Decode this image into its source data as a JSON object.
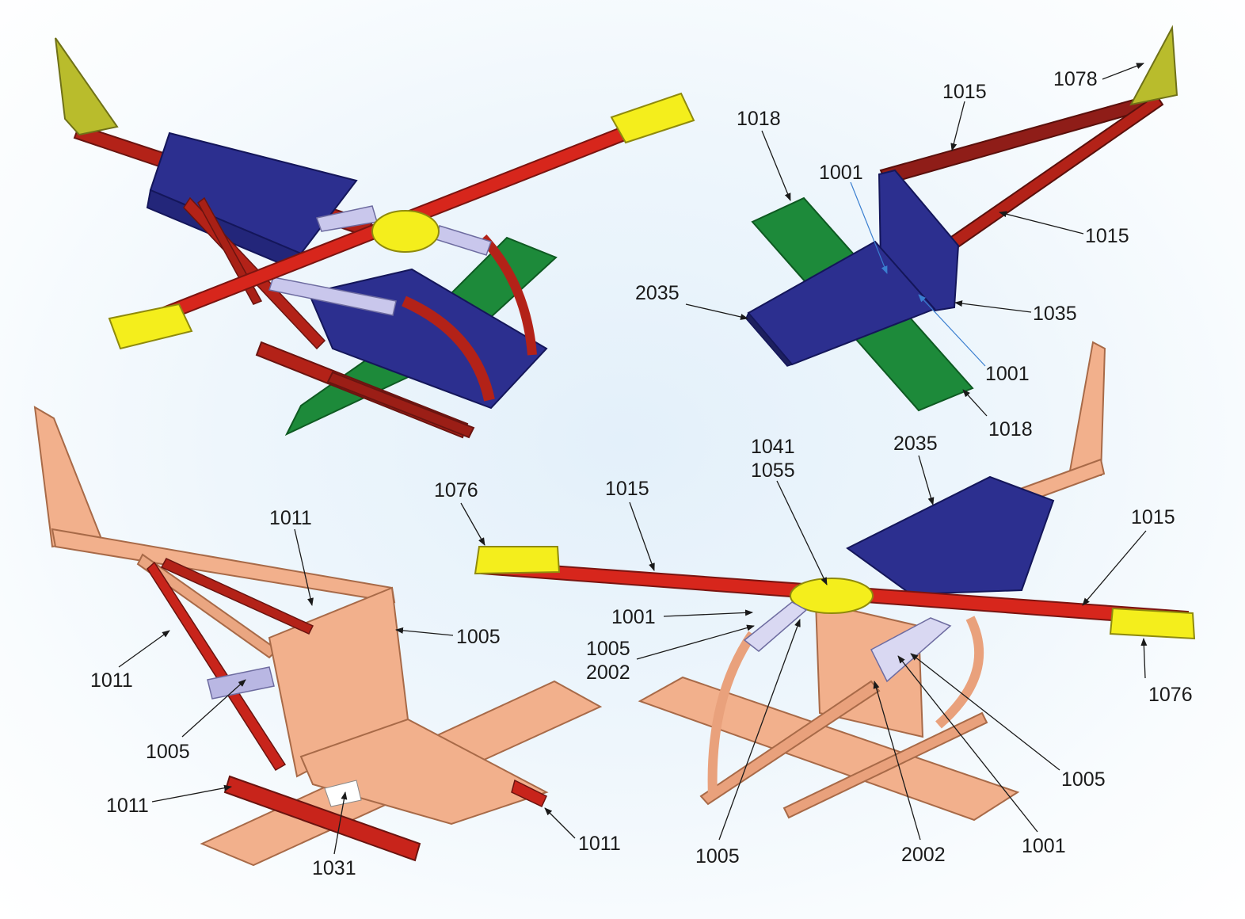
{
  "colors": {
    "red": "#c8241b",
    "dark_red": "#8f1d18",
    "blue": "#2c2f8f",
    "green": "#1d8a3a",
    "yellow": "#f4ee1c",
    "olive": "#b9bc2c",
    "copper": "#f2b08c",
    "lavender": "#b9b7e3"
  },
  "labels": [
    {
      "id": "l1078",
      "text": "1078"
    },
    {
      "id": "l1015a",
      "text": "1015"
    },
    {
      "id": "l1018a",
      "text": "1018"
    },
    {
      "id": "l1001a",
      "text": "1001"
    },
    {
      "id": "l1015b",
      "text": "1015"
    },
    {
      "id": "l2035a",
      "text": "2035"
    },
    {
      "id": "l1035",
      "text": "1035"
    },
    {
      "id": "l1001b",
      "text": "1001"
    },
    {
      "id": "l1018b",
      "text": "1018"
    },
    {
      "id": "l1041",
      "text": "1041"
    },
    {
      "id": "l1055",
      "text": "1055"
    },
    {
      "id": "l2035b",
      "text": "2035"
    },
    {
      "id": "l1076a",
      "text": "1076"
    },
    {
      "id": "l1015c",
      "text": "1015"
    },
    {
      "id": "l1015d",
      "text": "1015"
    },
    {
      "id": "l1011a",
      "text": "1011"
    },
    {
      "id": "l1005a",
      "text": "1005"
    },
    {
      "id": "l1011b",
      "text": "1011"
    },
    {
      "id": "l1005b",
      "text": "1005"
    },
    {
      "id": "l1011c",
      "text": "1011"
    },
    {
      "id": "l1031",
      "text": "1031"
    },
    {
      "id": "l1011d",
      "text": "1011"
    },
    {
      "id": "l1001c",
      "text": "1001"
    },
    {
      "id": "l1005c",
      "text": "1005"
    },
    {
      "id": "l2002a",
      "text": "2002"
    },
    {
      "id": "l1076b",
      "text": "1076"
    },
    {
      "id": "l1005d",
      "text": "1005"
    },
    {
      "id": "l1005e",
      "text": "1005"
    },
    {
      "id": "l2002b",
      "text": "2002"
    },
    {
      "id": "l1001d",
      "text": "1001"
    }
  ]
}
